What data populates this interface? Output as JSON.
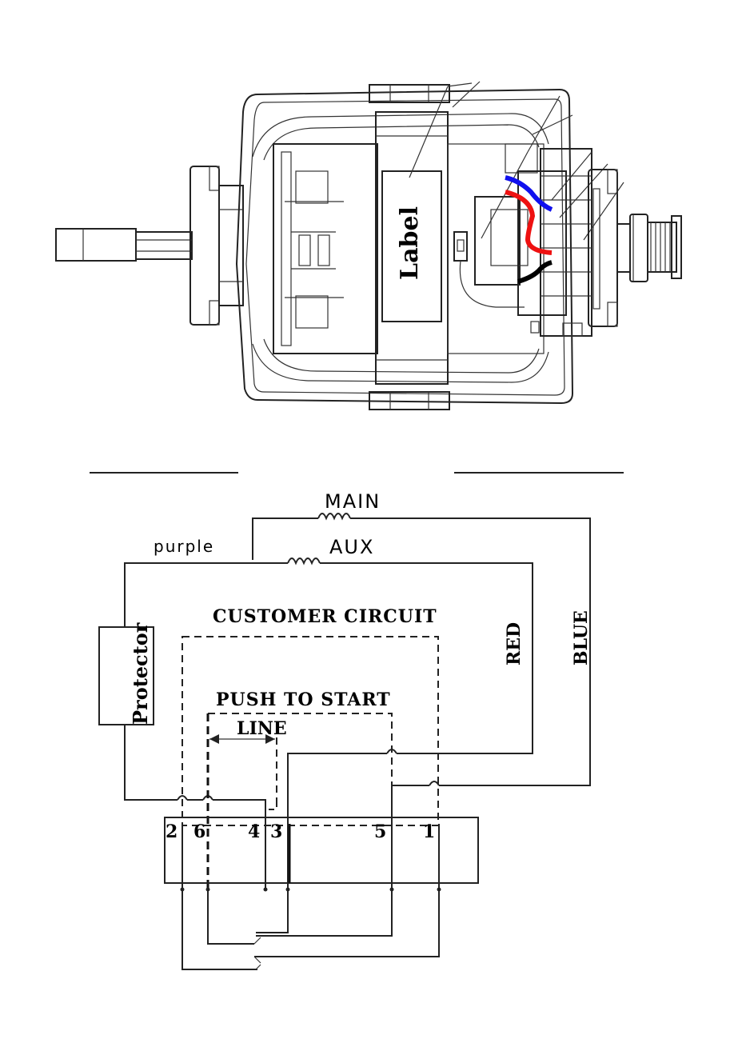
{
  "motor": {
    "label_text": "Label",
    "wire_colors": {
      "blue": "#1010ee",
      "red": "#ee1111",
      "black": "#000000"
    }
  },
  "schematic": {
    "main": "MAIN",
    "aux": "AUX",
    "purple": "purple",
    "customer_circuit": "CUSTOMER CIRCUIT",
    "red": "RED",
    "blue": "BLUE",
    "protector": "Protector",
    "push_to_start": "PUSH TO START",
    "line": "LINE",
    "terminals": [
      "2",
      "6",
      "4",
      "3",
      "5",
      "1"
    ]
  }
}
